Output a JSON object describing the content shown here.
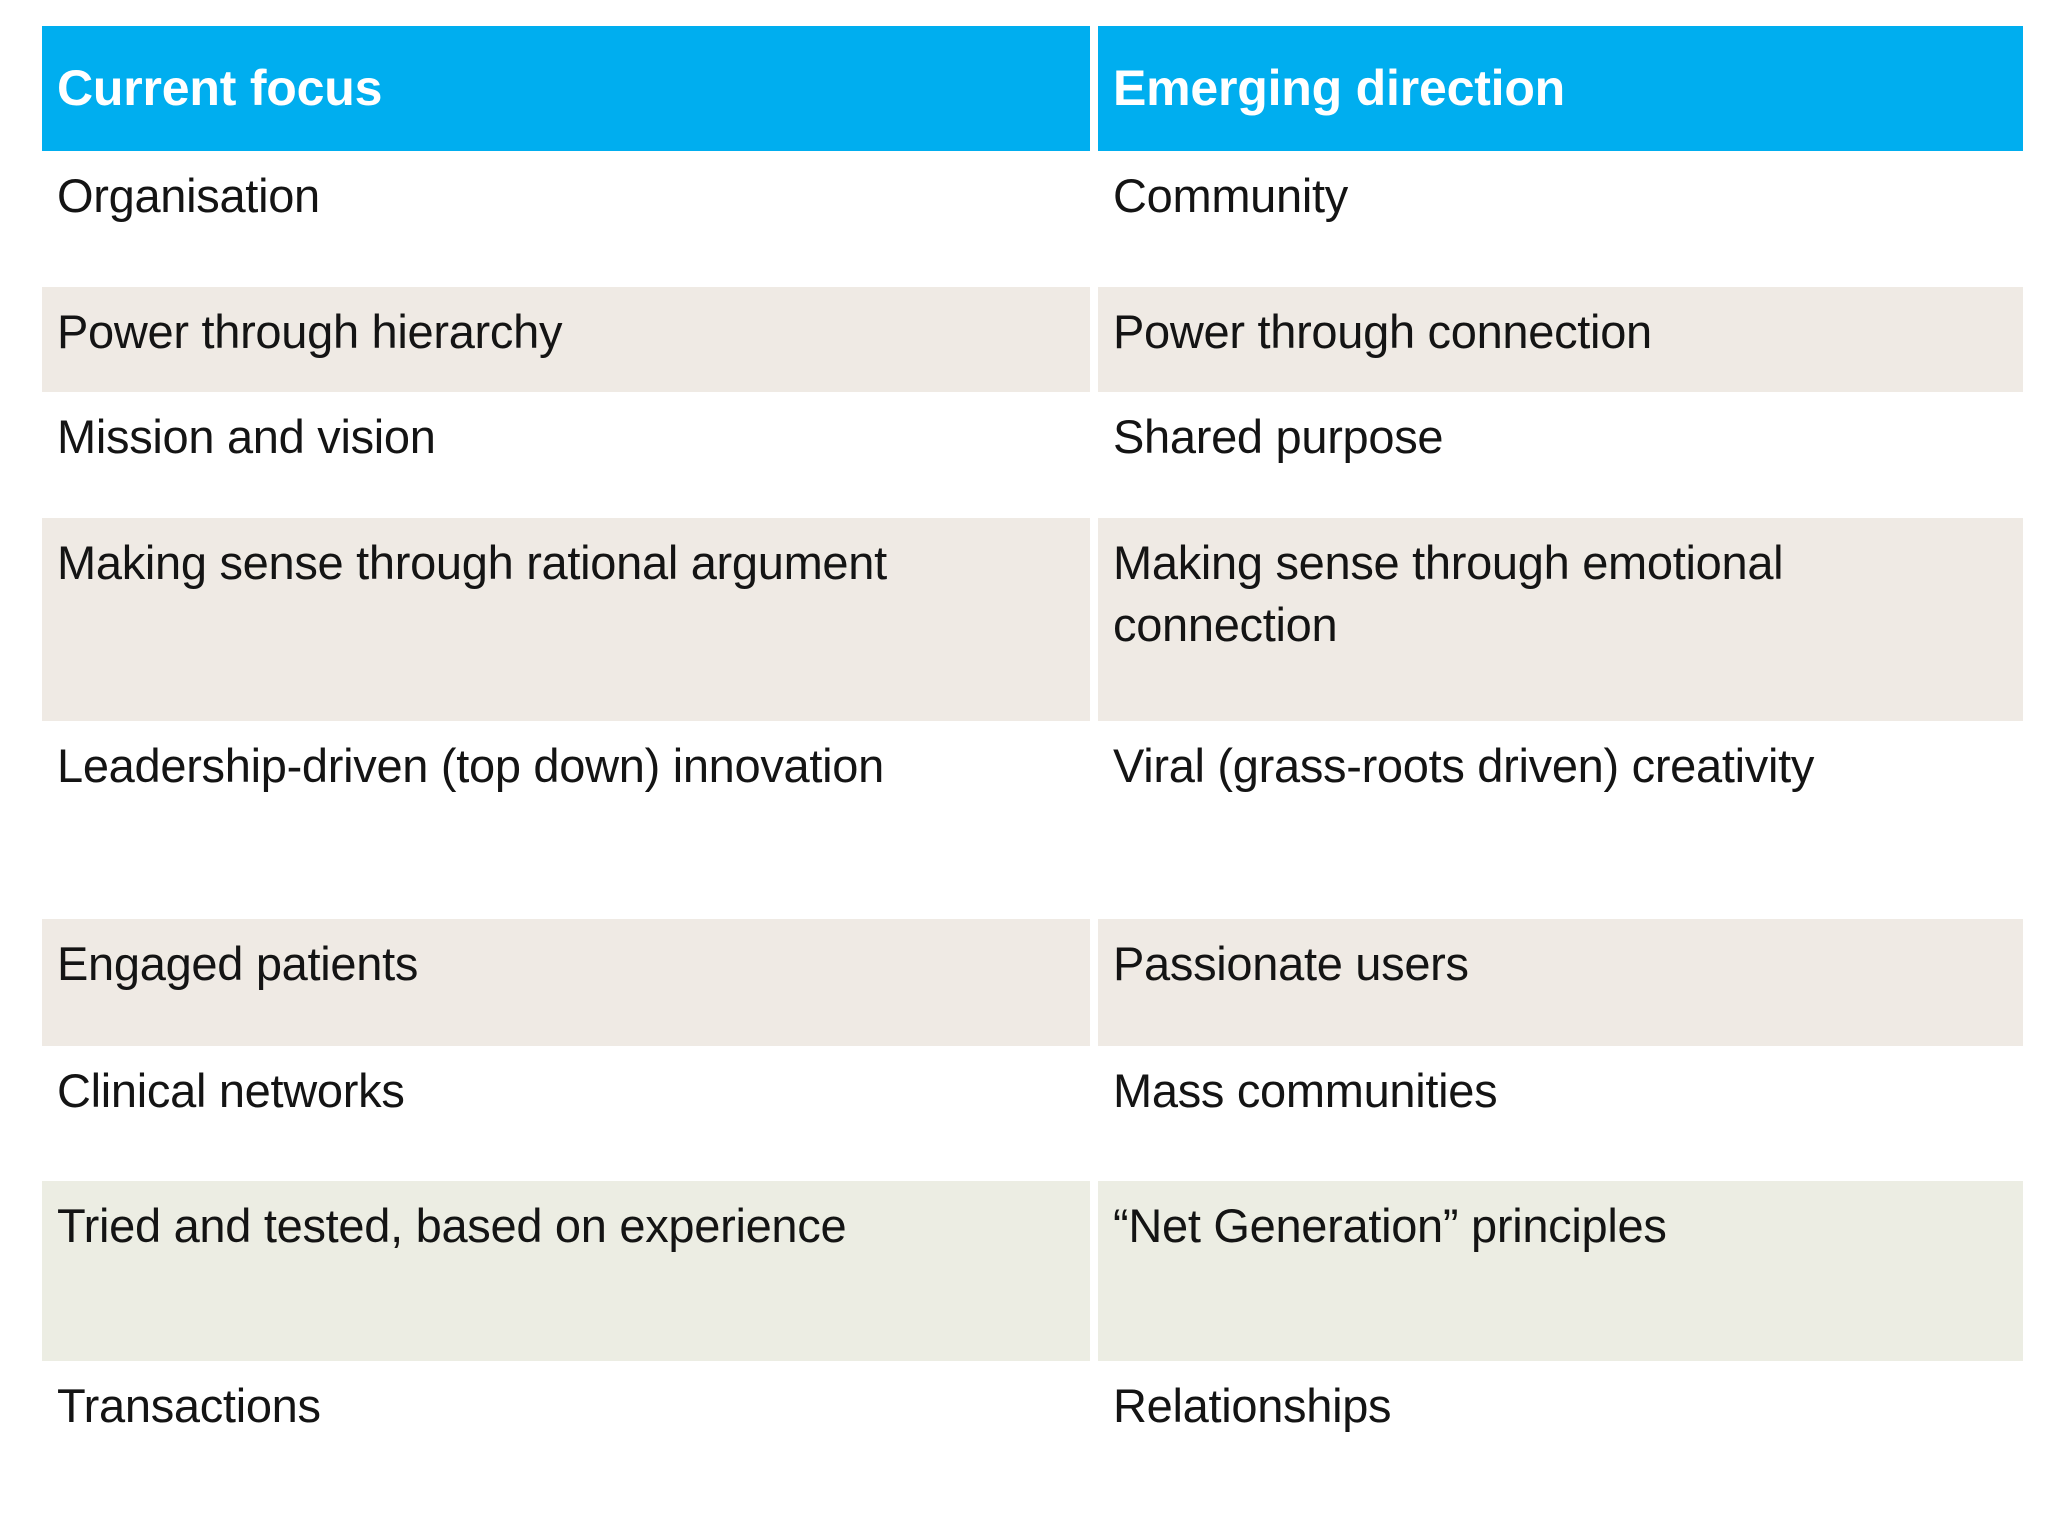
{
  "slide": {
    "type": "comparison-table",
    "background_color": "#FFFFFF"
  },
  "table": {
    "header_background_color": "#00AEEF",
    "header_text_color": "#FFFFFF",
    "row_shade_warm_color": "#EFEAE4",
    "row_shade_cool_color": "#ECEDE3",
    "body_text_color": "#141414",
    "columns": [
      {
        "key": "current_focus",
        "label": "Current focus"
      },
      {
        "key": "emerging_direction",
        "label": "Emerging direction"
      }
    ],
    "rows": [
      {
        "current_focus": "Organisation",
        "emerging_direction": "Community"
      },
      {
        "current_focus": "Power through hierarchy",
        "emerging_direction": "Power through connection"
      },
      {
        "current_focus": "Mission and vision",
        "emerging_direction": "Shared purpose"
      },
      {
        "current_focus": "Making sense through rational argument",
        "emerging_direction": "Making sense through emotional connection"
      },
      {
        "current_focus": "Leadership-driven (top down) innovation",
        "emerging_direction": "Viral (grass-roots driven) creativity"
      },
      {
        "current_focus": "Engaged patients",
        "emerging_direction": "Passionate users"
      },
      {
        "current_focus": "Clinical networks",
        "emerging_direction": "Mass communities"
      },
      {
        "current_focus": "Tried and tested, based on experience",
        "emerging_direction": "“Net Generation” principles"
      },
      {
        "current_focus": "Transactions",
        "emerging_direction": "Relationships"
      }
    ]
  }
}
